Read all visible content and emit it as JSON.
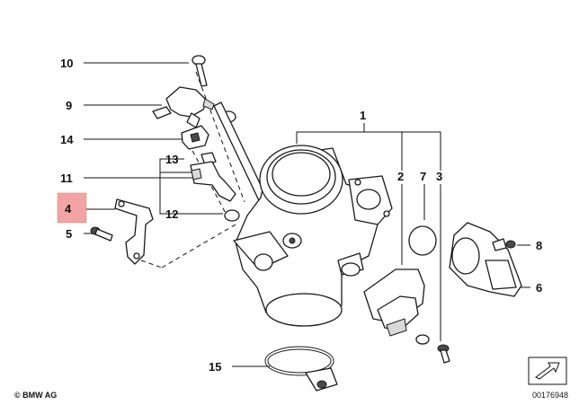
{
  "callouts": [
    {
      "id": "label-1",
      "text": "1"
    },
    {
      "id": "label-2",
      "text": "2"
    },
    {
      "id": "label-3",
      "text": "3"
    },
    {
      "id": "label-4",
      "text": "4"
    },
    {
      "id": "label-5",
      "text": "5"
    },
    {
      "id": "label-6",
      "text": "6"
    },
    {
      "id": "label-7",
      "text": "7"
    },
    {
      "id": "label-8",
      "text": "8"
    },
    {
      "id": "label-9",
      "text": "9"
    },
    {
      "id": "label-10",
      "text": "10"
    },
    {
      "id": "label-11",
      "text": "11"
    },
    {
      "id": "label-12",
      "text": "12"
    },
    {
      "id": "label-13",
      "text": "13"
    },
    {
      "id": "label-14",
      "text": "14"
    },
    {
      "id": "label-15",
      "text": "15"
    }
  ],
  "highlight_color": "#f2a3a3",
  "brand": "© BMW AG",
  "diagram_number": "00176948"
}
